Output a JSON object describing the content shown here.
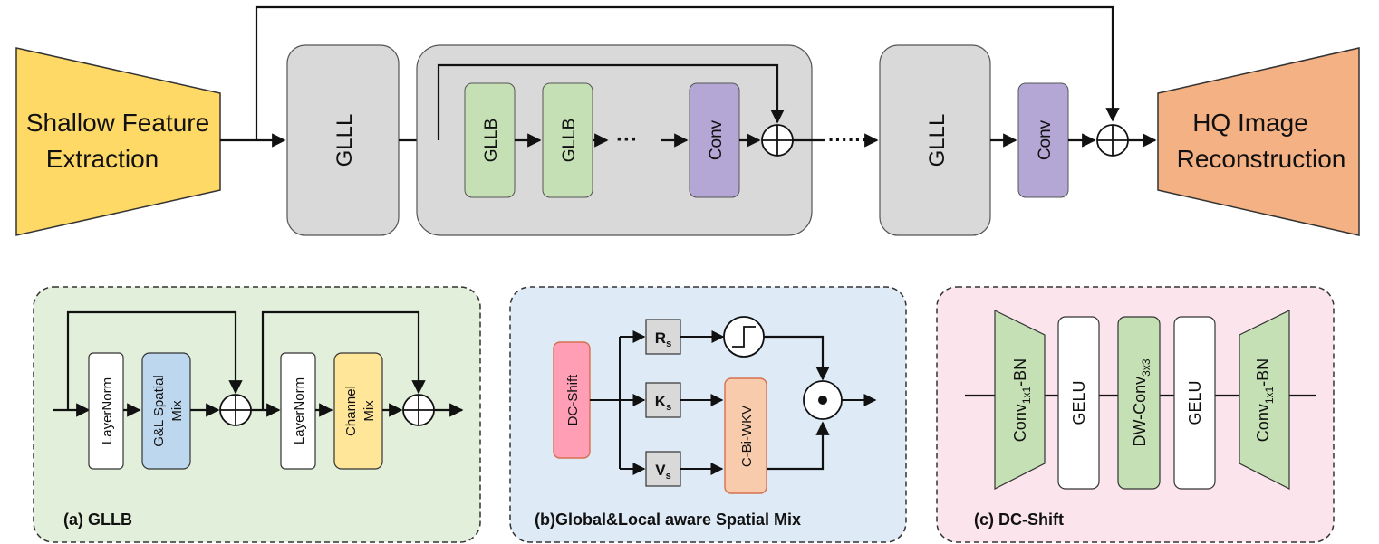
{
  "top": {
    "input_block": [
      "Shallow Feature",
      "Extraction"
    ],
    "gll_first": "GLLL",
    "gllb_1": "GLLB",
    "gllb_2": "GLLB",
    "dots_inner": "···",
    "conv_inner": "Conv",
    "dots_outer": "······",
    "gll_last": "GLLL",
    "conv_last": "Conv",
    "output_block": [
      "HQ Image",
      "Reconstruction"
    ]
  },
  "panel_a": {
    "caption": "(a) GLLB",
    "layernorm_1": "LayerNorm",
    "spatial_mix": [
      "G&L Spatial",
      "Mix"
    ],
    "layernorm_2": "LayerNorm",
    "channel_mix": [
      "Channel",
      "Mix"
    ]
  },
  "panel_b": {
    "caption": "(b)Global&Local aware Spatial Mix",
    "dc_shift": "DC-Shift",
    "r": "R",
    "k": "K",
    "v": "V",
    "subscript": "s",
    "cbiwkv": "C-Bi-WKV"
  },
  "panel_c": {
    "caption": "(c) DC-Shift",
    "conv_bn_1": {
      "base": "Conv",
      "sub": "1x1",
      "rest": "-BN"
    },
    "gelu_1": "GELU",
    "dwconv": {
      "base": "DW-Conv",
      "sub": "3x3"
    },
    "gelu_2": "GELU",
    "conv_bn_2": {
      "base": "Conv",
      "sub": "1x1",
      "rest": "-BN"
    }
  },
  "colors": {
    "input_yellow": "#FFD966",
    "output_orange": "#F4B183",
    "gll_gray": "#D9D9D9",
    "gllb_green": "#C5E0B4",
    "conv_purple": "#B4A7D6",
    "panel_a_bg": "#E2EFDA",
    "panel_b_bg": "#DEEBF7",
    "panel_c_bg": "#FCE4EC",
    "spatial_blue": "#BDD7EE",
    "channel_yellow": "#FFE699",
    "dcshift_pink": "#FF9EB5",
    "cbiwkv_orange": "#F8CBAD"
  }
}
